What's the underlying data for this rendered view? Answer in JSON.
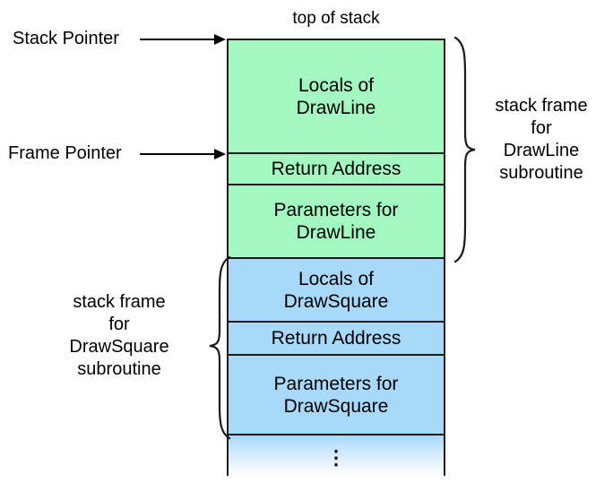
{
  "diagram": {
    "title_label": "top of stack",
    "pointers": [
      {
        "name": "stack-pointer",
        "label": "Stack Pointer"
      },
      {
        "name": "frame-pointer",
        "label": "Frame Pointer"
      }
    ],
    "colors": {
      "drawline_frame": "#a3f7c0",
      "drawsquare_frame": "#a8d8fa",
      "border": "#1a1a1a",
      "text": "#000000",
      "background": "#ffffff"
    },
    "stack_cells": [
      {
        "id": "locals-drawline",
        "line1": "Locals of",
        "line2": "DrawLine",
        "color": "green"
      },
      {
        "id": "return-address-drawline",
        "line1": "Return Address",
        "line2": "",
        "color": "green"
      },
      {
        "id": "parameters-drawline",
        "line1": "Parameters for",
        "line2": "DrawLine",
        "color": "green"
      },
      {
        "id": "locals-drawsquare",
        "line1": "Locals of",
        "line2": "DrawSquare",
        "color": "blue"
      },
      {
        "id": "return-address-drawsquare",
        "line1": "Return Address",
        "line2": "",
        "color": "blue"
      },
      {
        "id": "parameters-drawsquare",
        "line1": "Parameters for",
        "line2": "DrawSquare",
        "color": "blue"
      },
      {
        "id": "more-stack-ellipsis",
        "line1": "⋮",
        "line2": "",
        "color": "fade"
      }
    ],
    "braces": [
      {
        "id": "drawline-frame-brace",
        "side": "right",
        "label_line1": "stack frame",
        "label_line2": "for",
        "label_line3": "DrawLine",
        "label_line4": "subroutine"
      },
      {
        "id": "drawsquare-frame-brace",
        "side": "left",
        "label_line1": "stack frame",
        "label_line2": "for",
        "label_line3": "DrawSquare",
        "label_line4": "subroutine"
      }
    ]
  }
}
